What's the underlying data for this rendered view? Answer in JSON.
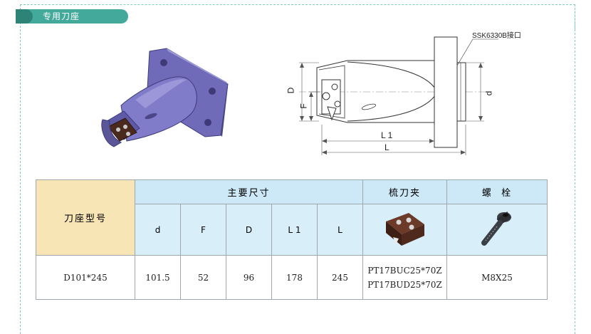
{
  "header": {
    "title": "专用刀座"
  },
  "drawing": {
    "interface_note": "SSK6330B接口",
    "dim_D": "D",
    "dim_F": "F",
    "dim_d": "d",
    "dim_L1": "L 1",
    "dim_L": "L"
  },
  "table": {
    "model_header": "刀座型号",
    "main_dims_header": "主要尺寸",
    "clamp_header": "梳刀夹",
    "bolt_header": "螺  栓",
    "dim_columns": [
      "d",
      "F",
      "D",
      "L 1",
      "L"
    ],
    "row": {
      "model": "D101*245",
      "values": [
        "101.5",
        "52",
        "96",
        "178",
        "245"
      ],
      "clamps": [
        "PT17BUC25*70Z",
        "PT17BUD25*70Z"
      ],
      "bolt": "M8X25"
    }
  },
  "colors": {
    "accent": "#43a99a",
    "header_blue": "#cde9f7",
    "header_yellow": "#f7e5b6",
    "body_part": "#7d79c6"
  }
}
